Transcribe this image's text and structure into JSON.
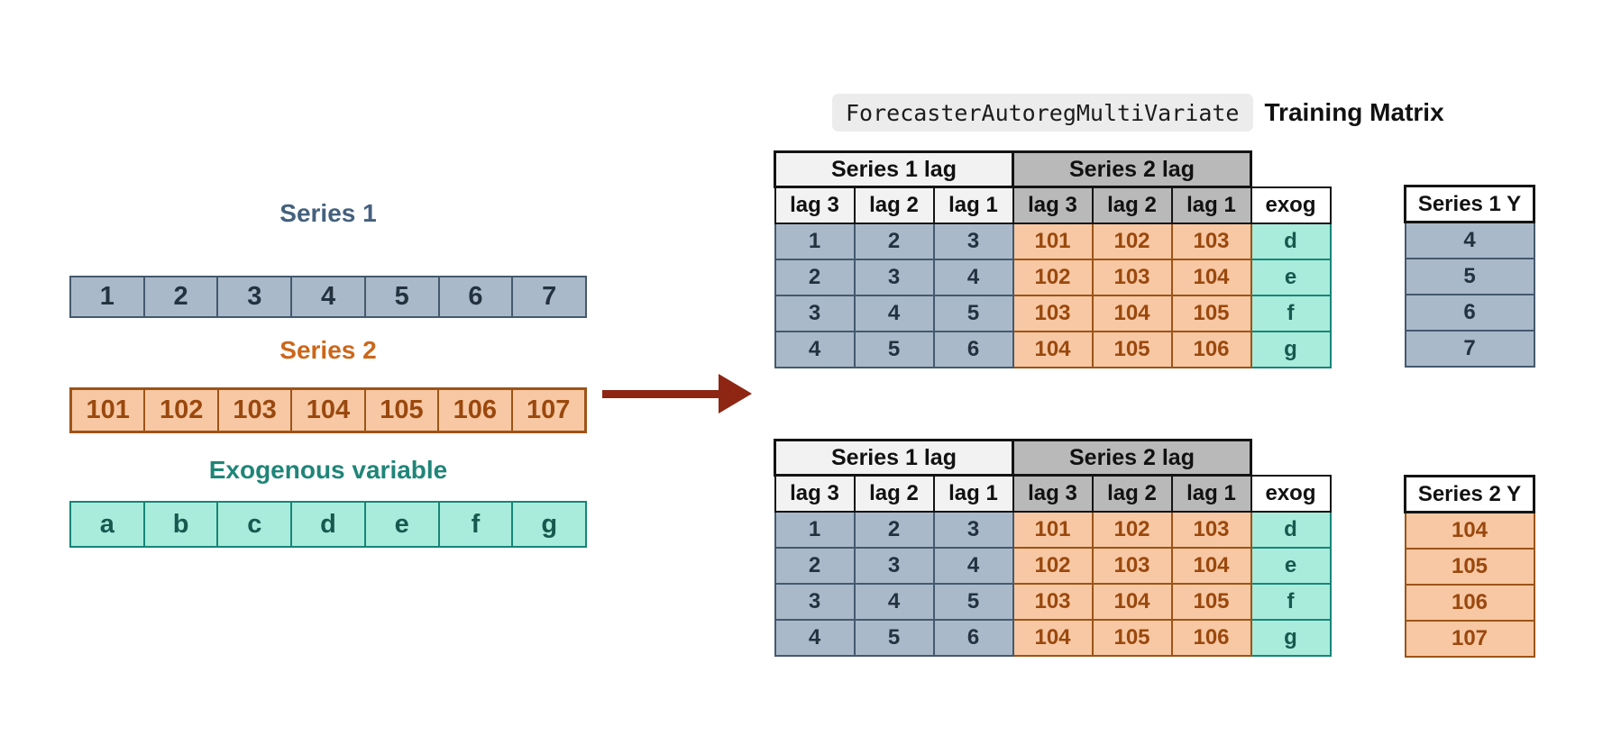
{
  "title": {
    "code": "ForecasterAutoregMultiVariate",
    "label": "Training Matrix"
  },
  "left": {
    "series1": {
      "title": "Series 1",
      "values": [
        "1",
        "2",
        "3",
        "4",
        "5",
        "6",
        "7"
      ]
    },
    "series2": {
      "title": "Series 2",
      "values": [
        "101",
        "102",
        "103",
        "104",
        "105",
        "106",
        "107"
      ]
    },
    "exog": {
      "title": "Exogenous variable",
      "values": [
        "a",
        "b",
        "c",
        "d",
        "e",
        "f",
        "g"
      ]
    }
  },
  "matrix": {
    "group_headers": [
      "Series 1 lag",
      "Series 2 lag"
    ],
    "col_headers": [
      "lag 3",
      "lag 2",
      "lag 1",
      "lag 3",
      "lag 2",
      "lag 1",
      "exog"
    ],
    "rows": [
      [
        "1",
        "2",
        "3",
        "101",
        "102",
        "103",
        "d"
      ],
      [
        "2",
        "3",
        "4",
        "102",
        "103",
        "104",
        "e"
      ],
      [
        "3",
        "4",
        "5",
        "103",
        "104",
        "105",
        "f"
      ],
      [
        "4",
        "5",
        "6",
        "104",
        "105",
        "106",
        "g"
      ]
    ]
  },
  "y_tables": [
    {
      "header": "Series 1 Y",
      "values": [
        "4",
        "5",
        "6",
        "7"
      ]
    },
    {
      "header": "Series 2 Y",
      "values": [
        "104",
        "105",
        "106",
        "107"
      ]
    }
  ],
  "colors": {
    "series1_fill": "#aab9c9",
    "series1_border": "#44596e",
    "series1_text": "#24313f",
    "series1_title": "#44617d",
    "series2_fill": "#f7c8a3",
    "series2_border": "#9c5418",
    "series2_text": "#9a480e",
    "series2_title": "#cc671a",
    "exog_fill": "#a9ecdc",
    "exog_border": "#178578",
    "exog_text": "#17594f",
    "exog_title": "#1f8578",
    "header_light": "#f2f2f2",
    "header_dark": "#b9b9b9",
    "header_border": "#141414",
    "arrow": "#8e2613",
    "chip_bg": "#ececec"
  }
}
